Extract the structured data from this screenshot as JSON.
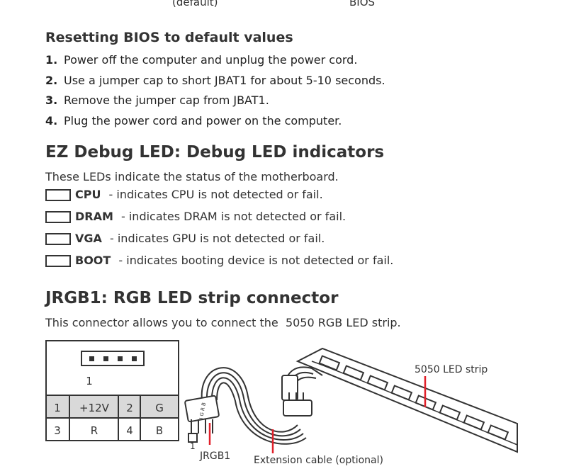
{
  "top_fragment": {
    "left": "(default)",
    "right": "BIOS"
  },
  "reset_section": {
    "title": "Resetting BIOS to default values",
    "steps": [
      {
        "num": "1.",
        "text": "Power off the computer and unplug the power cord."
      },
      {
        "num": "2.",
        "text": "Use a jumper cap to short JBAT1 for about 5-10 seconds."
      },
      {
        "num": "3.",
        "text": "Remove the jumper cap from JBAT1."
      },
      {
        "num": "4.",
        "text": "Plug the power cord and power on the computer."
      }
    ]
  },
  "ez_debug": {
    "title": "EZ Debug LED: Debug LED indicators",
    "intro": "These LEDs indicate the status of the motherboard.",
    "leds": [
      {
        "name": "CPU",
        "desc": " - indicates CPU is not detected or fail."
      },
      {
        "name": "DRAM",
        "desc": " - indicates DRAM is not detected or fail."
      },
      {
        "name": "VGA",
        "desc": " - indicates GPU is not detected or fail."
      },
      {
        "name": "BOOT",
        "desc": " - indicates booting device is not detected or fail."
      }
    ]
  },
  "jrgb": {
    "title": "JRGB1: RGB LED strip connector",
    "intro": "This connector allows you to connect the  5050 RGB LED strip.",
    "pin_label": "1",
    "table": [
      [
        "1",
        "+12V",
        "2",
        "G"
      ],
      [
        "3",
        "R",
        "4",
        "B"
      ]
    ],
    "labels": {
      "led_strip": "5050 LED strip",
      "connector": "JRGB1",
      "extension": "Extension cable (optional)",
      "pin_one": "1",
      "plug_text": "I G R B"
    },
    "colors": {
      "accent_red": "#e0202a",
      "ink": "#333333",
      "grey_cell": "#d9d9d9"
    }
  }
}
